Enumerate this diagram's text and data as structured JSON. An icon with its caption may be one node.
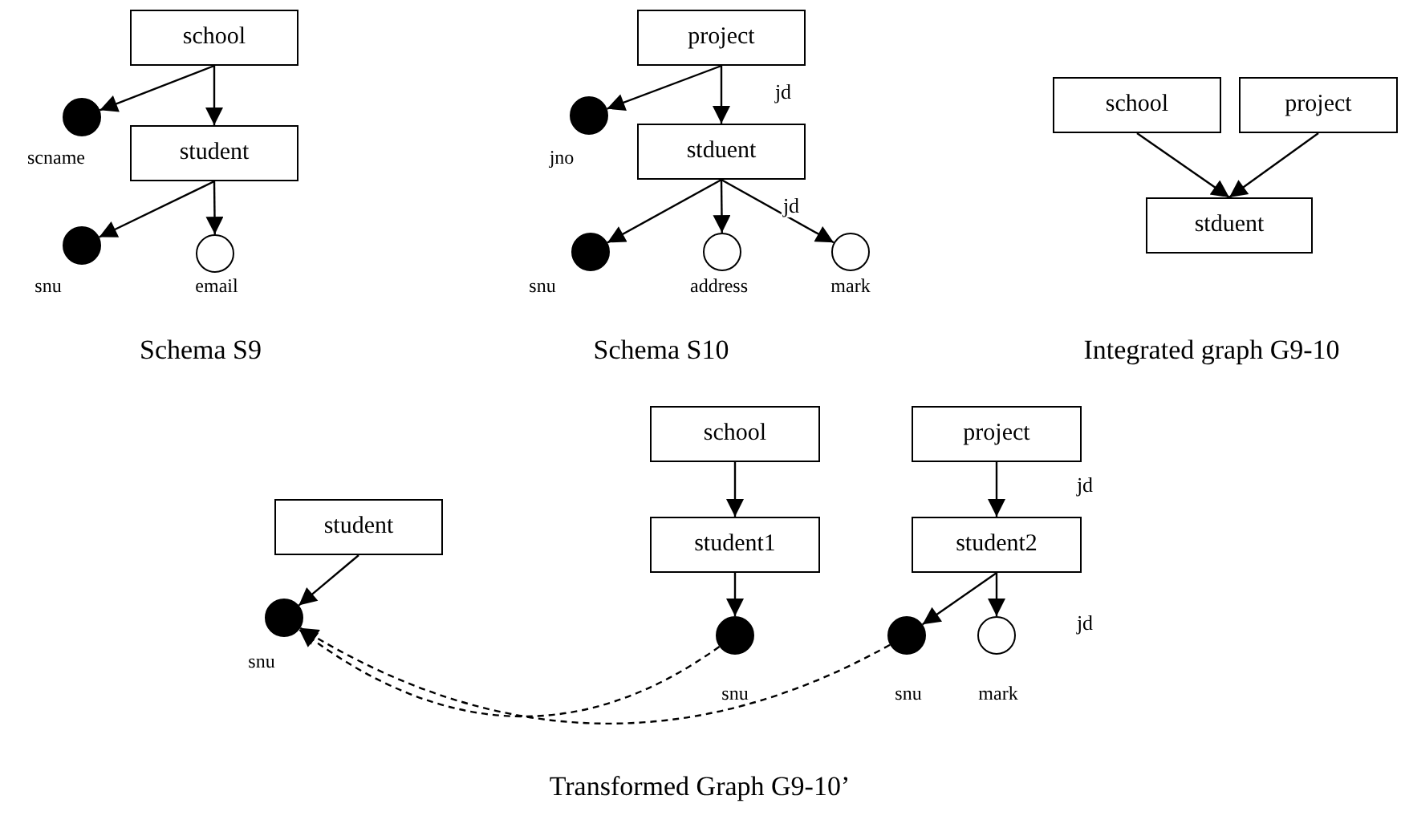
{
  "diagram": {
    "nodes": [
      {
        "text": [
          "school"
        ]
      },
      {
        "text": [],
        "shape": "dot",
        "beside": [
          "scname"
        ]
      },
      {
        "text": [
          "student"
        ]
      },
      {
        "text": [],
        "shape": "dot",
        "beside": [
          "snu"
        ]
      },
      {
        "text": [],
        "shape": "circle",
        "beside": [
          "email"
        ]
      },
      {
        "text": [
          "project"
        ]
      },
      {
        "text": [],
        "shape": "dot",
        "beside": [
          "jno"
        ]
      },
      {
        "text": [
          "stduent"
        ]
      },
      {
        "text": [],
        "shape": "dot",
        "beside": [
          "snu"
        ]
      },
      {
        "text": [],
        "shape": "circle",
        "beside": [
          "address"
        ]
      },
      {
        "text": [],
        "shape": "circle",
        "beside": [
          "mark"
        ]
      },
      {
        "text": [
          "school"
        ]
      },
      {
        "text": [
          "project"
        ]
      },
      {
        "text": [
          "stduent"
        ]
      },
      {
        "text": [
          "student"
        ]
      },
      {
        "text": [],
        "shape": "dot",
        "beside": [
          "snu"
        ]
      },
      {
        "text": [
          "school"
        ]
      },
      {
        "text": [
          "project"
        ]
      },
      {
        "text": [
          "student1"
        ]
      },
      {
        "text": [
          "student2"
        ]
      },
      {
        "text": [],
        "shape": "dot",
        "beside": [
          "snu"
        ]
      },
      {
        "text": [],
        "shape": "dot",
        "beside": [
          "snu"
        ]
      },
      {
        "text": [],
        "shape": "circle",
        "beside": [
          "mark"
        ]
      }
    ],
    "edges": [
      {
        "from": 0,
        "to": 1,
        "arrow": "to"
      },
      {
        "from": 0,
        "to": 2,
        "arrow": "to"
      },
      {
        "from": 2,
        "to": 3,
        "arrow": "to"
      },
      {
        "from": 2,
        "to": 4,
        "arrow": "to"
      },
      {
        "from": 5,
        "to": 6,
        "arrow": "to"
      },
      {
        "from": 5,
        "to": 7,
        "arrow": "to"
      },
      {
        "from": 7,
        "to": 8,
        "arrow": "to"
      },
      {
        "from": 7,
        "to": 9,
        "arrow": "to"
      },
      {
        "from": 7,
        "to": 10,
        "arrow": "to",
        "label": "jd"
      },
      {
        "from": 11,
        "to": 13,
        "arrow": "to"
      },
      {
        "from": 12,
        "to": 13,
        "arrow": "to"
      },
      {
        "from": 14,
        "to": 15,
        "arrow": "to"
      },
      {
        "from": 16,
        "to": 18,
        "arrow": "to"
      },
      {
        "from": 17,
        "to": 19,
        "arrow": "to"
      },
      {
        "from": 18,
        "to": 20,
        "arrow": "to"
      },
      {
        "from": 19,
        "to": 21,
        "arrow": "to"
      },
      {
        "from": 19,
        "to": 22,
        "arrow": "to"
      },
      {
        "from": 20,
        "to": 15,
        "arrow": "to",
        "style": "dashed"
      },
      {
        "from": 21,
        "to": 15,
        "arrow": "to",
        "style": "dashed"
      }
    ],
    "labels": [
      "jd",
      "Schema S9",
      "Schema S10",
      "Integrated graph G9-10",
      "jd",
      "jd",
      "Transformed Graph G9-10’"
    ]
  }
}
